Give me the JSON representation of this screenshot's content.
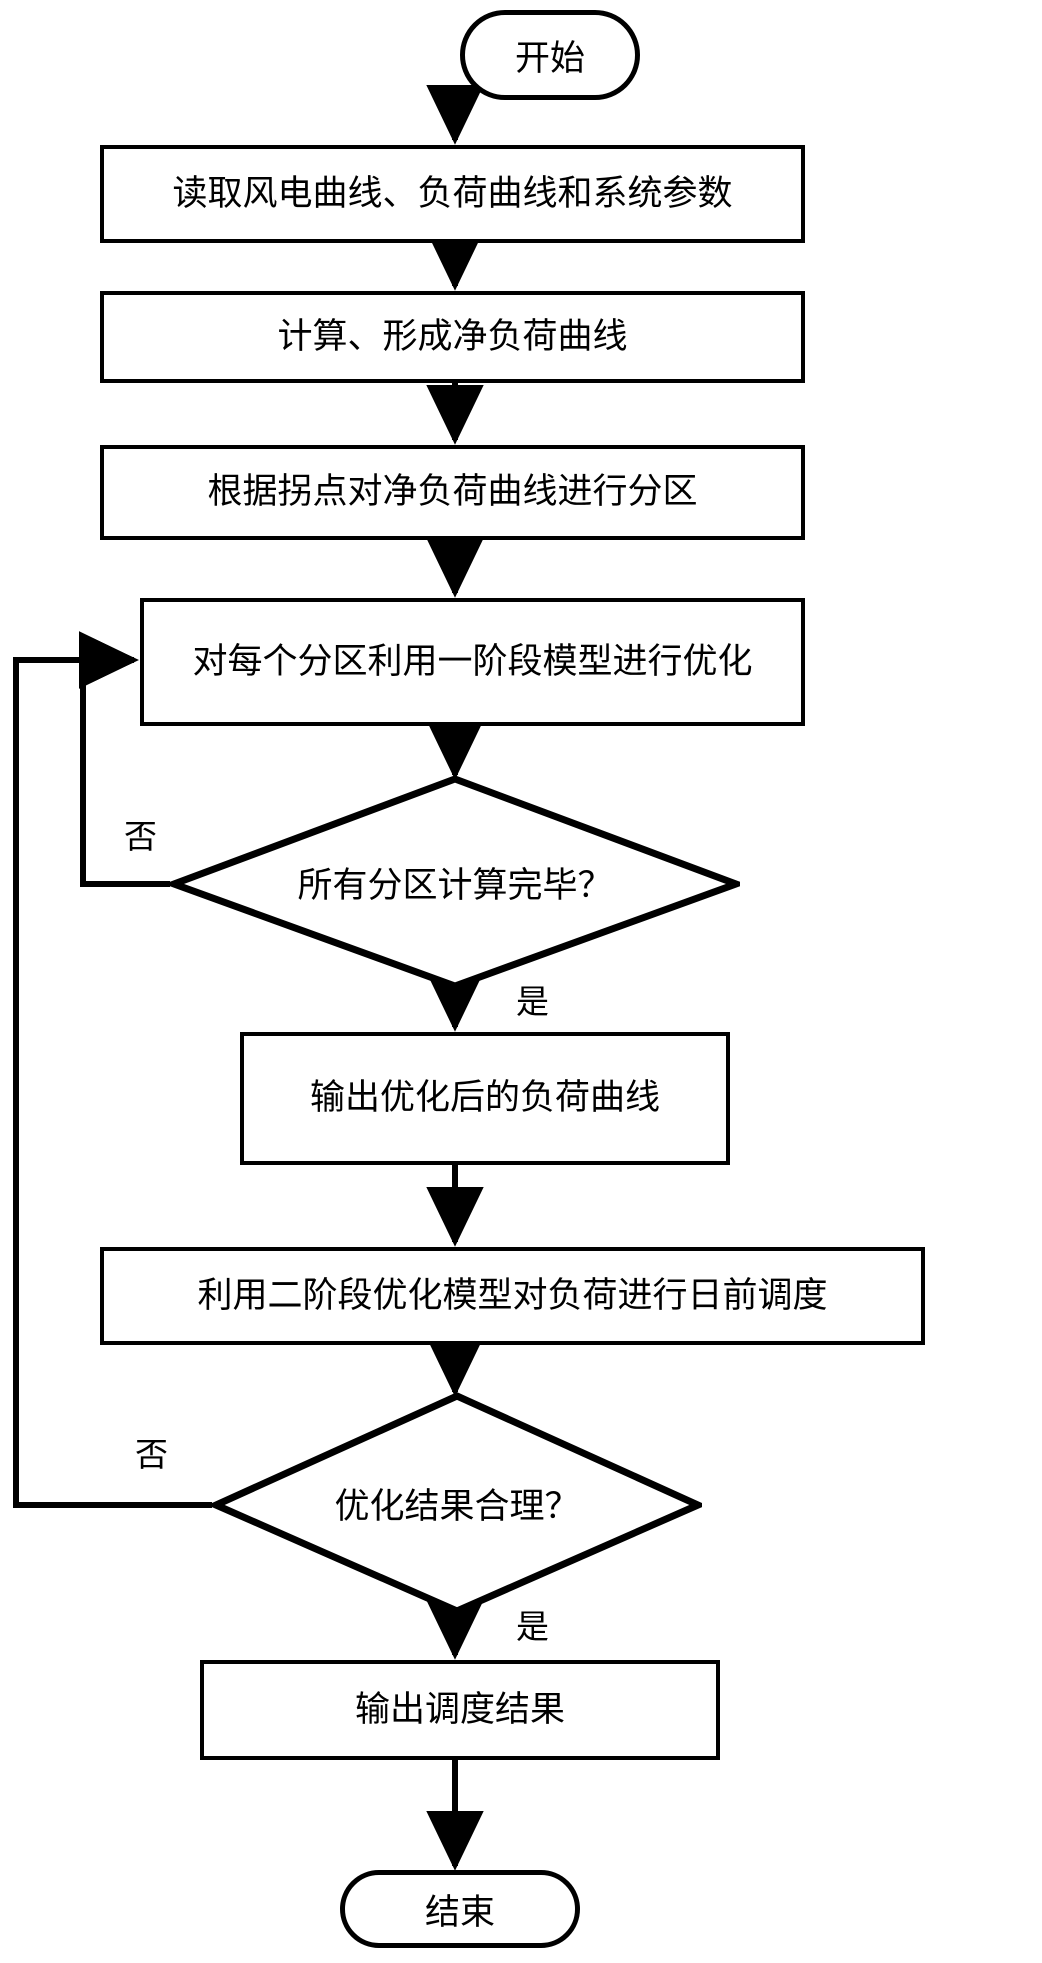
{
  "diagram": {
    "type": "flowchart",
    "language": "zh-CN",
    "orientation": "top-to-bottom",
    "colors": {
      "stroke": "#000000",
      "fill": "#ffffff",
      "text": "#000000"
    },
    "nodes": {
      "start": {
        "shape": "terminator",
        "label": "开始"
      },
      "read_inputs": {
        "shape": "process",
        "label": "读取风电曲线、负荷曲线和系统参数"
      },
      "net_load": {
        "shape": "process",
        "label": "计算、形成净负荷曲线"
      },
      "partition": {
        "shape": "process",
        "label": "根据拐点对净负荷曲线进行分区"
      },
      "stage1_opt": {
        "shape": "process",
        "label": "对每个分区利用一阶段模型进行优化"
      },
      "all_done": {
        "shape": "decision",
        "label": "所有分区计算完毕？"
      },
      "output_curve": {
        "shape": "process",
        "label": "输出优化后的负荷曲线"
      },
      "stage2_opt": {
        "shape": "process",
        "label": "利用二阶段优化模型对负荷进行日前调度"
      },
      "result_ok": {
        "shape": "decision",
        "label": "优化结果合理？"
      },
      "output_result": {
        "shape": "process",
        "label": "输出调度结果"
      },
      "end": {
        "shape": "terminator",
        "label": "结束"
      }
    },
    "edge_labels": {
      "all_done_no": "否",
      "all_done_yes": "是",
      "result_ok_no": "否",
      "result_ok_yes": "是"
    }
  }
}
